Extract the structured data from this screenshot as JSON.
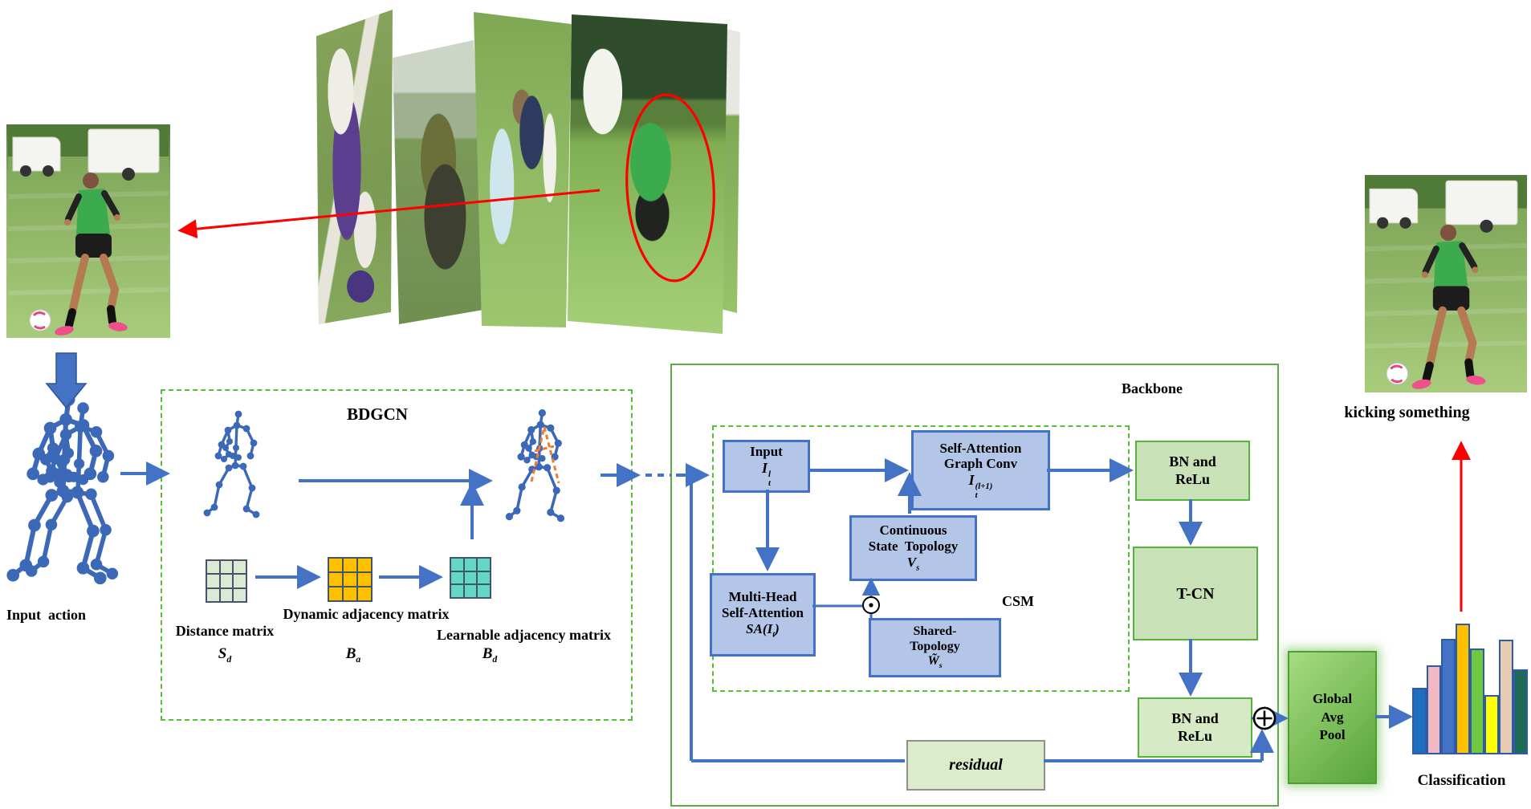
{
  "figure": {
    "input_label": "Input  action",
    "prediction_label": "kicking something",
    "classification_label": "Classification"
  },
  "bdgcn": {
    "title": "BDGCN",
    "matrices": [
      {
        "label": "Distance matrix",
        "symbol": {
          "base": "S",
          "sub": "d"
        },
        "fill": "#dde9d5"
      },
      {
        "label": "Dynamic adjacency matrix",
        "symbol": {
          "base": "B",
          "sub": "a"
        },
        "fill": "#ffc000"
      },
      {
        "label": "Learnable adjacency matrix",
        "symbol": {
          "base": "B",
          "sub": "d"
        },
        "fill": "#63d7c6"
      }
    ]
  },
  "backbone": {
    "title": "Backbone",
    "csm": {
      "title": "CSM",
      "input_block": {
        "line1": "Input",
        "math": {
          "base": "I",
          "sup": "l",
          "sub": "t"
        }
      },
      "sagc_block": {
        "line1": "Self-Attention",
        "line2": "Graph Conv",
        "math": {
          "base": "I",
          "sup": "(l+1)",
          "sub": "t"
        }
      },
      "continuous_block": {
        "line1": "Continuous",
        "line2": "State  Topology",
        "math": {
          "base": "V",
          "sub": "s"
        }
      },
      "mhsa_block": {
        "line1": "Multi-Head",
        "line2": "Self-Attention",
        "math": {
          "pre": "SA(",
          "base": "I",
          "sub": "t",
          "post": ")"
        }
      },
      "shared_block": {
        "line1": "Shared-",
        "line2": "Topology",
        "math": {
          "base": "W̃",
          "sub": "s"
        }
      },
      "elementwise_product_op": "⊙"
    },
    "bn_relu_top": {
      "line1": "BN and",
      "line2": "ReLu"
    },
    "tcn_label": "T-CN",
    "bn_relu_bottom": {
      "line1": "BN and",
      "line2": "ReLu"
    },
    "residual_label": "residual",
    "sum_op": "⊕"
  },
  "gap_block": {
    "line1": "Global",
    "line2": "Avg",
    "line3": "Pool"
  },
  "classification_chart": {
    "type": "bar",
    "bars": [
      {
        "color": "#1d70c0",
        "height": 79
      },
      {
        "color": "#f2b9c3",
        "height": 107
      },
      {
        "color": "#4472c4",
        "height": 140
      },
      {
        "color": "#ffc000",
        "height": 159
      },
      {
        "color": "#70c740",
        "height": 128
      },
      {
        "color": "#feff00",
        "height": 70
      },
      {
        "color": "#e7ccb2",
        "height": 139
      },
      {
        "color": "#1e6b55",
        "height": 102
      }
    ]
  },
  "colors": {
    "arrow_blue": "#4472c4",
    "highlight_red": "#fe0000",
    "box_blue_fill": "#b3c6e7",
    "box_blue_border": "#4472c4",
    "box_green_fill": "#c9e1b6",
    "green_border": "#54b33b",
    "dashed_green": "#54c036",
    "matrix_grid": "#44546a",
    "skeleton_blue": "#3c68b8",
    "orange_dashed": "#ed7d31"
  }
}
